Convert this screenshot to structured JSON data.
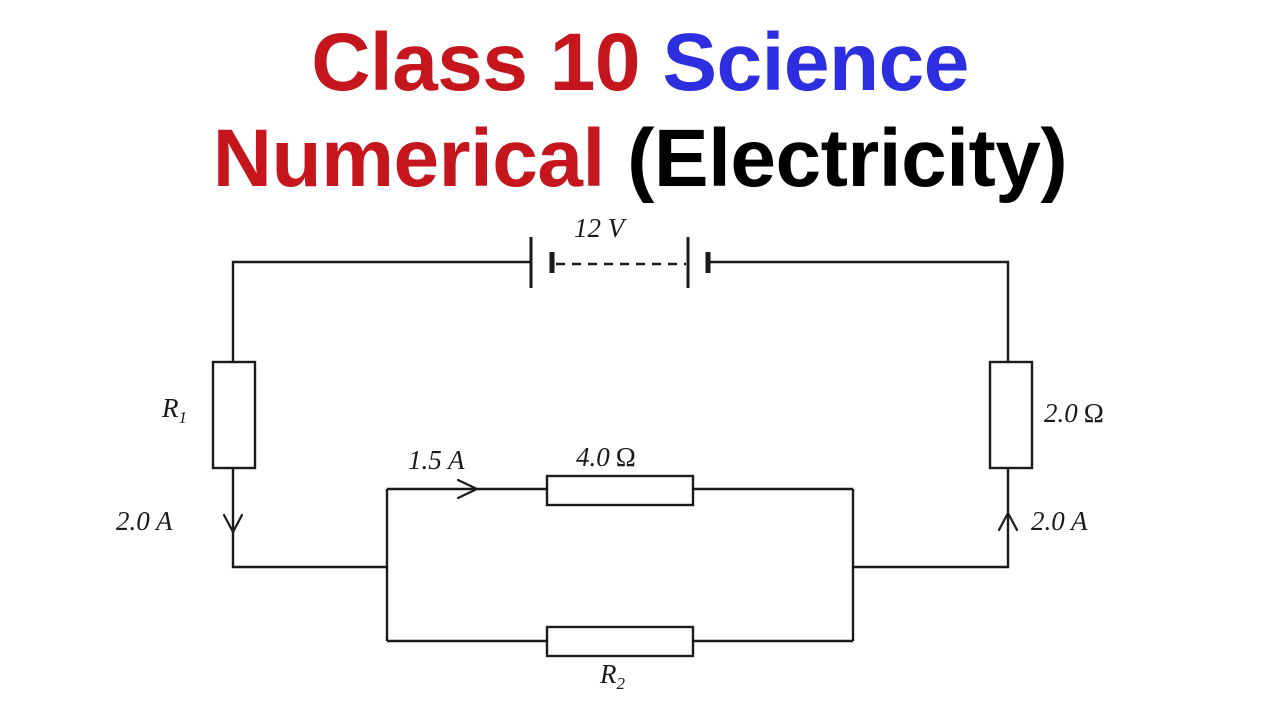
{
  "title": {
    "line1": {
      "part1": "Class 10",
      "part2": "Science"
    },
    "line2": {
      "part1": "Numerical",
      "part2": "(Electricity)"
    }
  },
  "colors": {
    "red": "#c4161c",
    "blue": "#2c2ee0",
    "black": "#000000",
    "wire": "#1a1a1a"
  },
  "circuit": {
    "battery": {
      "label": "12 V"
    },
    "r1": {
      "letter": "R",
      "sub": "1"
    },
    "r2": {
      "letter": "R",
      "sub": "2"
    },
    "right_resistor": {
      "value": "2.0",
      "unit": "Ω"
    },
    "top_branch_resistor": {
      "value": "4.0",
      "unit": "Ω"
    },
    "current_left": "2.0 A",
    "current_right": "2.0 A",
    "current_top_branch": "1.5 A"
  }
}
